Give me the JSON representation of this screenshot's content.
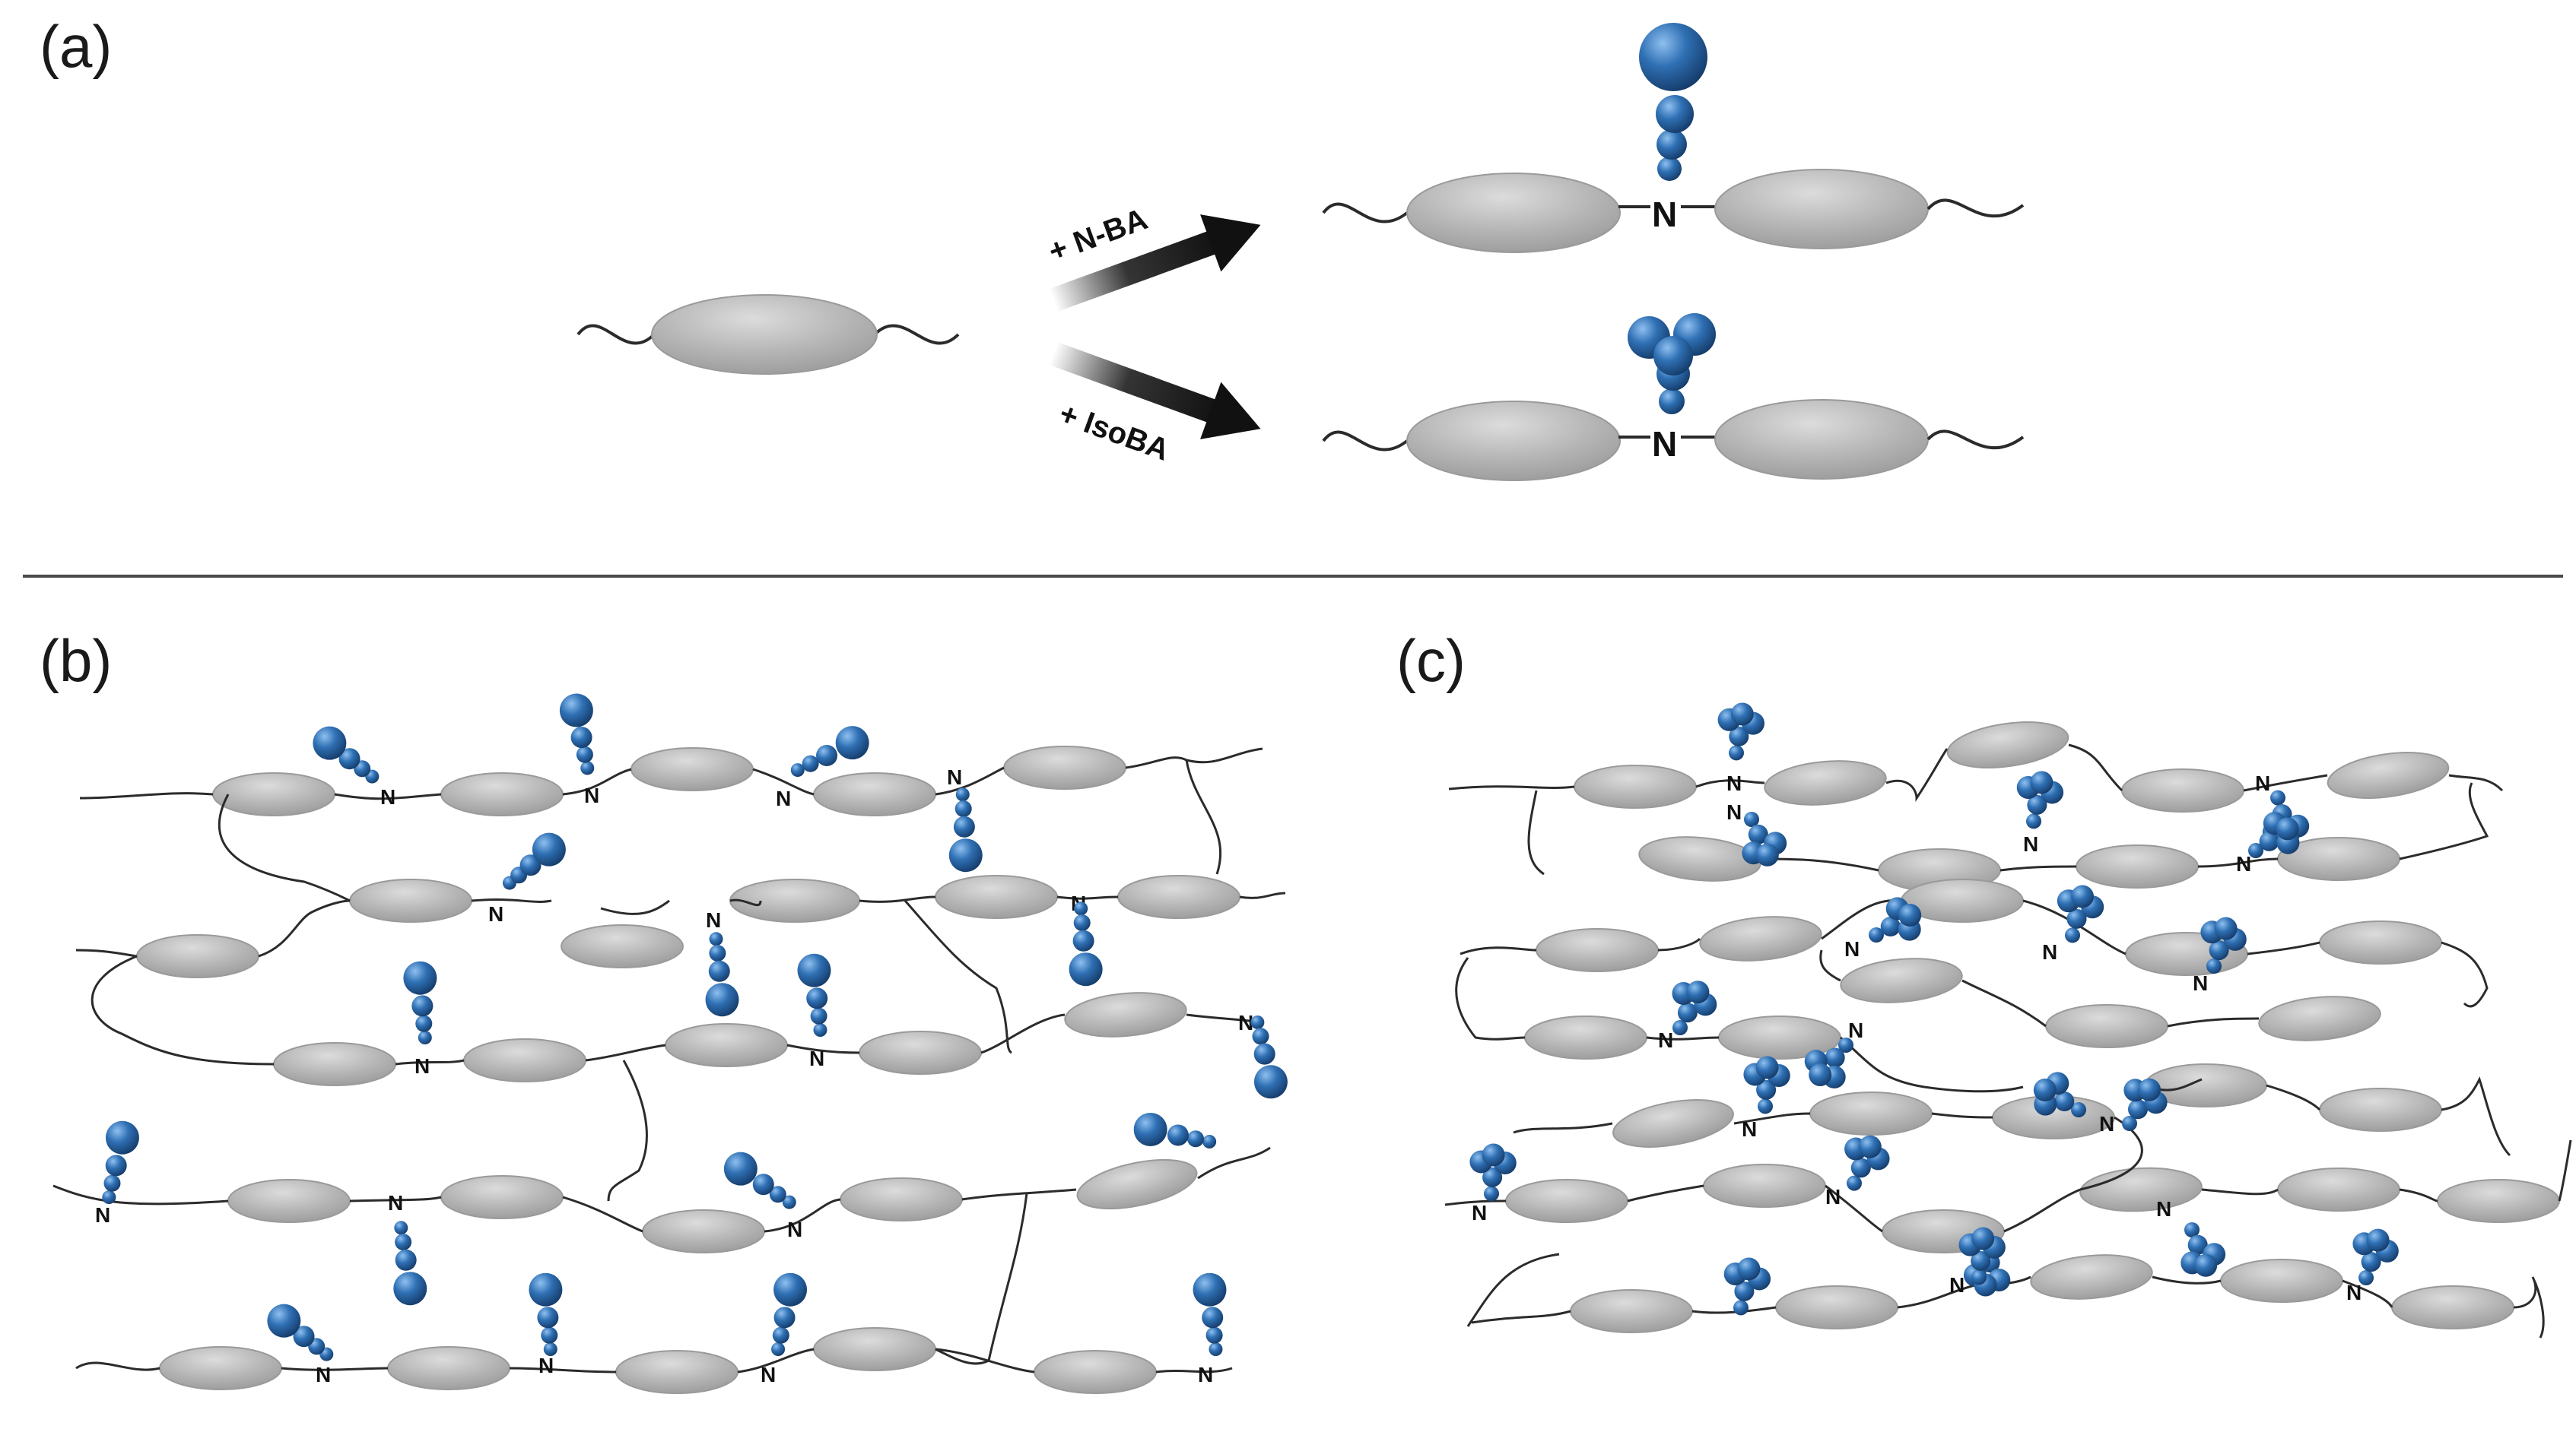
{
  "panels": {
    "a": {
      "label": "(a)"
    },
    "b": {
      "label": "(b)"
    },
    "c": {
      "label": "(c)"
    }
  },
  "reaction": {
    "reagent_top": "+ N-BA",
    "reagent_bottom": "+ IsoBA"
  },
  "atom_label": "N",
  "colors": {
    "ellipse_fill": "#b3b3b3",
    "ellipse_highlight": "#d6d6d6",
    "chain": "#2b2b2b",
    "sphere_base": "#2e6db0",
    "sphere_light": "#7fb0e6",
    "sphere_dark": "#153a66",
    "arrow": "#111111"
  }
}
